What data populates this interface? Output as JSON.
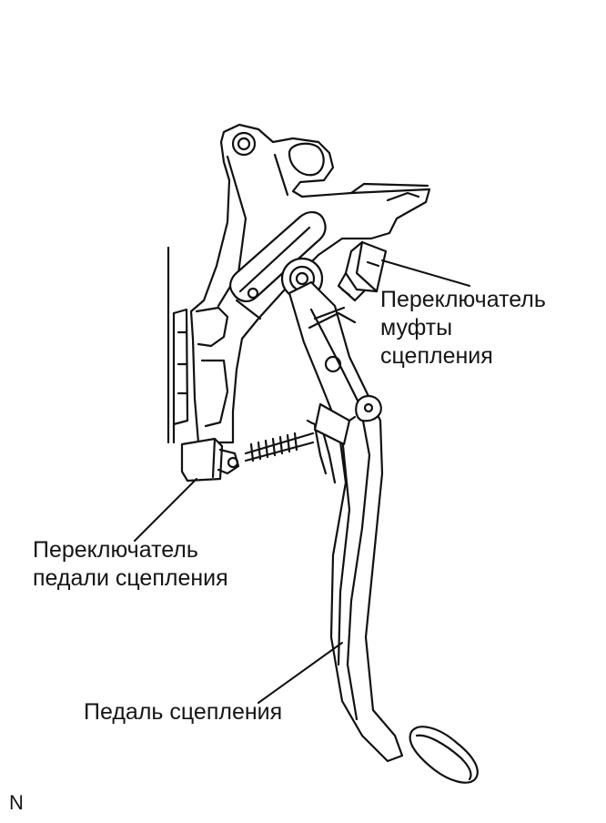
{
  "labels": {
    "clutch_switch_line1": "Переключатель",
    "clutch_switch_line2": "муфты",
    "clutch_switch_line3": "сцепления",
    "pedal_switch_line1": "Переключатель",
    "pedal_switch_line2": "педали сцепления",
    "pedal": "Педаль сцепления",
    "figure_code": "N"
  },
  "colors": {
    "line": "#111111",
    "fill": "#ffffff",
    "background": "#ffffff"
  }
}
